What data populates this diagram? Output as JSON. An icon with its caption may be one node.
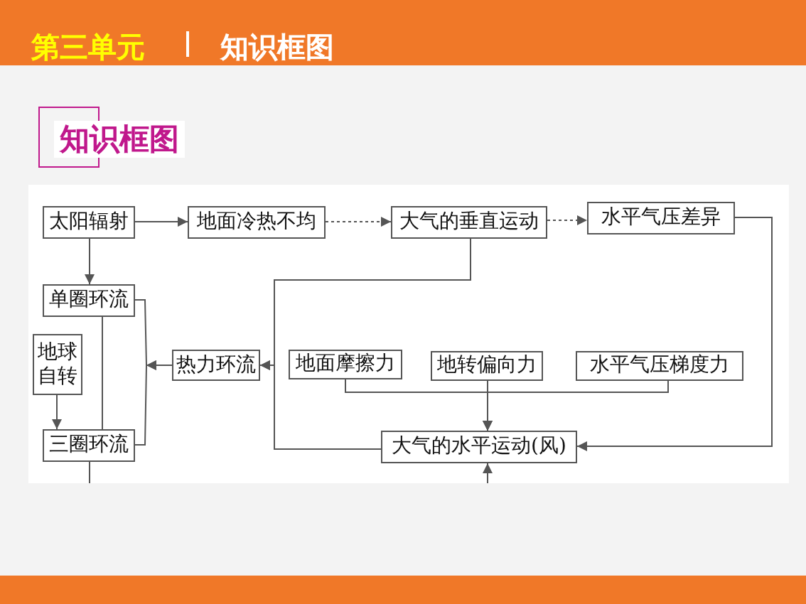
{
  "diagram": {
    "title": "第三单元",
    "nodes": [
      {
        "text": [
          "知识框图"
        ]
      },
      {
        "text": [
          "太阳辐射"
        ]
      },
      {
        "text": [
          "地面冷热不均"
        ]
      },
      {
        "text": [
          "大气的垂直运动"
        ]
      },
      {
        "text": [
          "水平气压差异"
        ]
      },
      {
        "text": [
          "单圈环流"
        ]
      },
      {
        "text": [
          "地球自转"
        ]
      },
      {
        "text": [
          "热力环流"
        ]
      },
      {
        "text": [
          "地面摩擦力"
        ]
      },
      {
        "text": [
          "地转偏向力"
        ]
      },
      {
        "text": [
          "水平气压梯度力"
        ]
      },
      {
        "text": [
          "三圈环流"
        ]
      },
      {
        "text": [
          "大气的水平运动(风)"
        ]
      }
    ],
    "edges": [
      {
        "from": 1,
        "to": 2,
        "arrow": "to"
      },
      {
        "from": 2,
        "to": 3,
        "arrow": "to",
        "style": "dashed"
      },
      {
        "from": 3,
        "to": 4,
        "arrow": "to",
        "style": "dashed"
      },
      {
        "from": 1,
        "to": 5,
        "arrow": "to"
      },
      {
        "from": 5,
        "to": 11,
        "arrow": "none"
      },
      {
        "from": 6,
        "to": 11,
        "arrow": "to"
      },
      {
        "from": 7,
        "to": 5,
        "arrow": "to"
      },
      {
        "from": 7,
        "to": 11,
        "arrow": "to"
      },
      {
        "from": 3,
        "to": 7,
        "arrow": "to"
      },
      {
        "from": 12,
        "to": 7,
        "arrow": "to"
      },
      {
        "from": 8,
        "to": 12,
        "arrow": "to"
      },
      {
        "from": 9,
        "to": 12,
        "arrow": "to"
      },
      {
        "from": 10,
        "to": 12,
        "arrow": "to"
      },
      {
        "from": 4,
        "to": 12,
        "arrow": "to"
      },
      {
        "from": null,
        "to": 12,
        "arrow": "to"
      },
      {
        "from": 11,
        "to": null,
        "arrow": "none"
      }
    ],
    "labels": [
      "知识框图"
    ]
  }
}
